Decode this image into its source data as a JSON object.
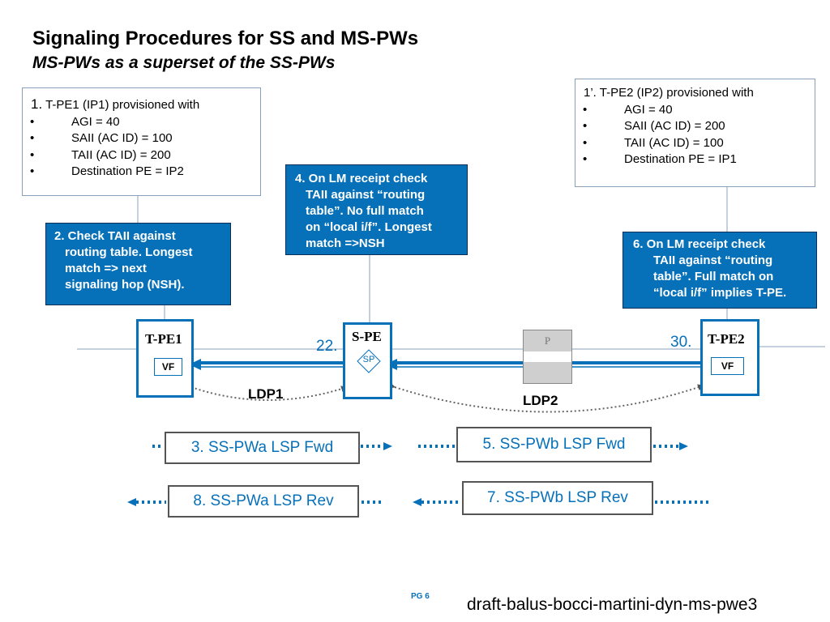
{
  "header": {
    "title": "Signaling Procedures for SS and MS-PWs",
    "subtitle": "MS-PWs as a superset of the SS-PWs"
  },
  "tpe1_provisioning": {
    "number": "1.",
    "heading": "T-PE1 (IP1) provisioned with",
    "items": [
      "AGI = 40",
      "SAII (AC ID) = 100",
      "TAII (AC ID) = 200",
      "Destination PE = IP2"
    ]
  },
  "tpe2_provisioning": {
    "heading": "1’. T-PE2 (IP2) provisioned with",
    "items": [
      "AGI = 40",
      "SAII (AC ID) = 200",
      "TAII (AC ID) = 100",
      "Destination PE = IP1"
    ]
  },
  "steps": {
    "step2": [
      "2. Check TAII against",
      "routing table. Longest",
      "match => next",
      "signaling hop (NSH)."
    ],
    "step4": [
      "4. On LM receipt check",
      "TAII against “routing",
      "table”. No full match",
      "on “local i/f”. Longest",
      "match =>NSH"
    ],
    "step6": [
      "6. On LM receipt check",
      "TAII against “routing",
      "table”. Full match on",
      "“local i/f” implies T-PE."
    ]
  },
  "nodes": {
    "tpe1": {
      "label": "T-PE1",
      "vf": "VF"
    },
    "spe": {
      "label": "S-PE",
      "sp": "SP"
    },
    "p": {
      "label": "P"
    },
    "tpe2": {
      "label": "T-PE2",
      "vf": "VF"
    }
  },
  "labels": {
    "step22": "22.",
    "step30": "30.",
    "ldp1": "LDP1",
    "ldp2": "LDP2"
  },
  "lsp": {
    "step3": "3. SS-PWa LSP Fwd",
    "step5": "5. SS-PWb LSP Fwd",
    "step7": "7. SS-PWb LSP Rev",
    "step8": "8. SS-PWa LSP Rev"
  },
  "footer": {
    "page": "PG 6",
    "draft": "draft-balus-bocci-martini-dyn-ms-pwe3"
  },
  "colors": {
    "accent": "#0670b8",
    "accent_border": "#0b2e58",
    "line": "#8aa0b8"
  }
}
